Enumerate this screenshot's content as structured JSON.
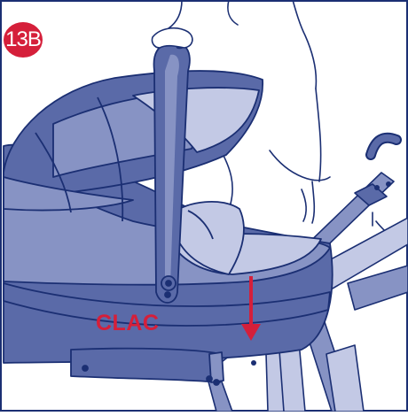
{
  "step": {
    "badge_label": "13B"
  },
  "annotation": {
    "sound_label": "CLAC"
  },
  "icons": {
    "illustration": "carrycot-mounting-illustration",
    "arrow": "down-arrow-icon",
    "person": "parent-figure",
    "stroller": "stroller-frame"
  },
  "colors": {
    "accent": "#d51f3a",
    "outline": "#1b2f73",
    "fabric_dark": "#5a6aa8",
    "fabric_mid": "#8793c4",
    "fabric_light": "#c3c9e5",
    "frame_line": "#2a3d86",
    "background": "#ffffff"
  }
}
